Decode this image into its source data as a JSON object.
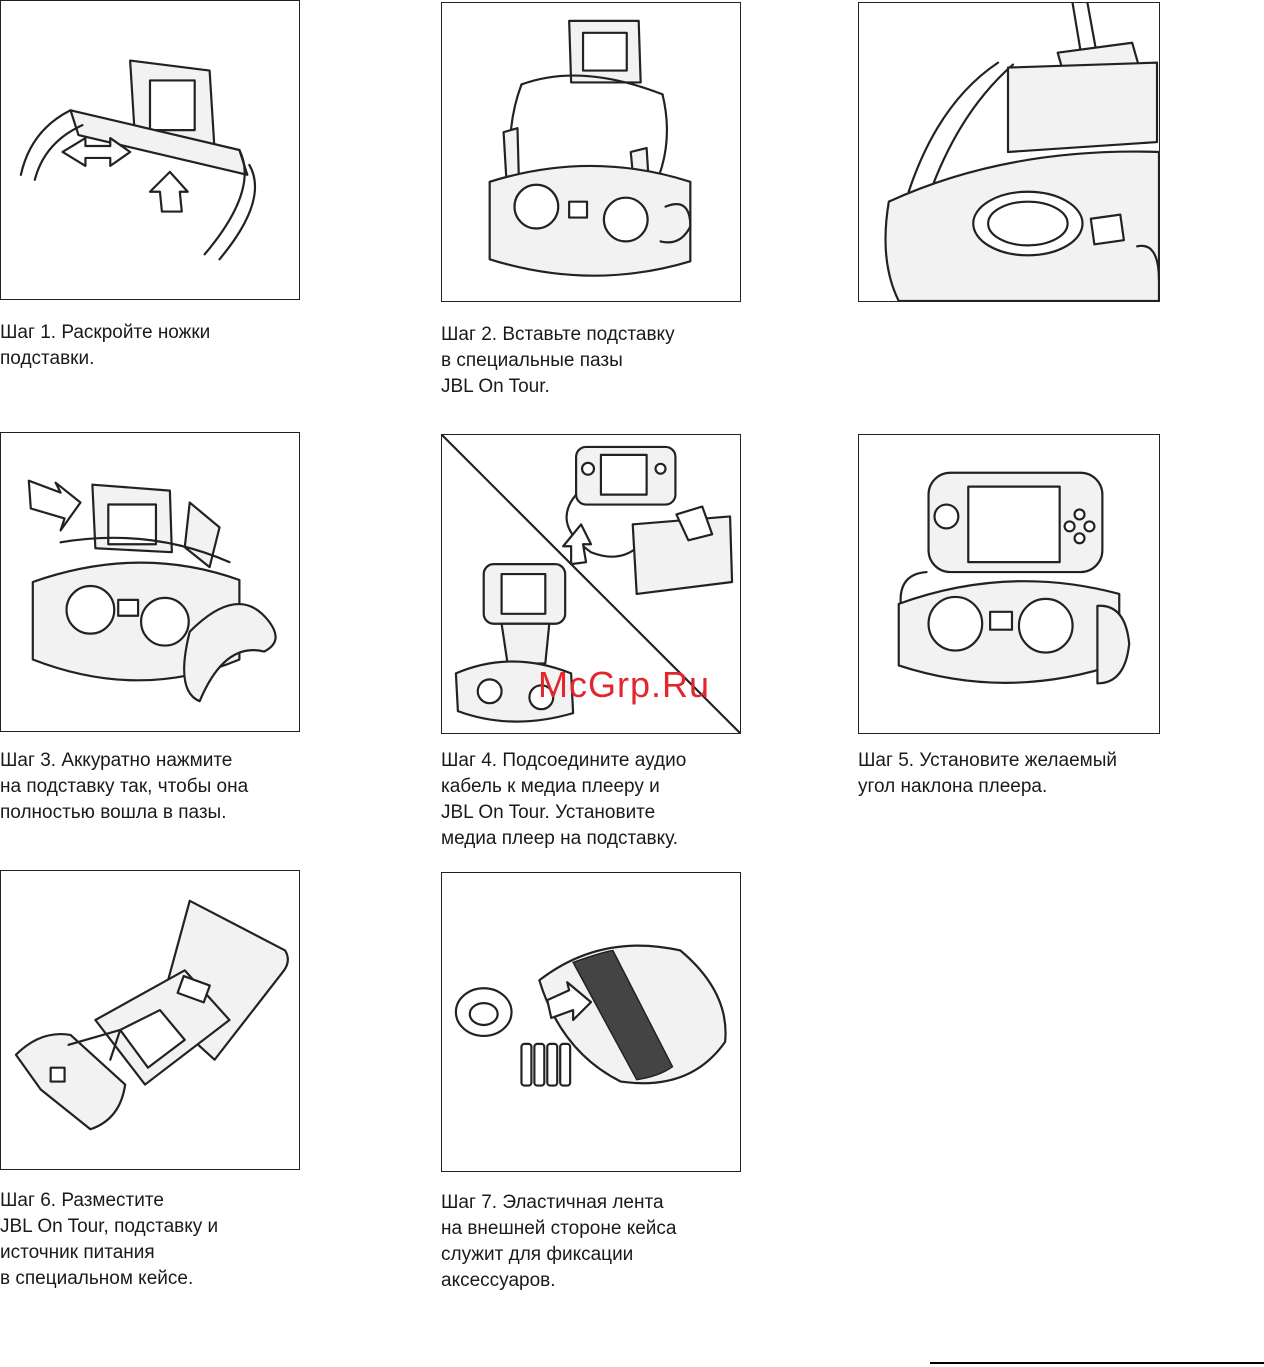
{
  "steps": [
    {
      "lines": [
        "Шаг 1. Раскройте ножки",
        "подставки."
      ],
      "illustration": "open-stand-legs"
    },
    {
      "lines": [
        "Шаг 2. Вставьте подставку",
        "в специальные пазы",
        "JBL On Tour."
      ],
      "illustration": "insert-stand-into-slots"
    },
    {
      "lines": [],
      "illustration": "stand-slot-closeup"
    },
    {
      "lines": [
        "Шаг 3. Аккуратно нажмите",
        "на подставку так, чтобы она",
        "полностью вошла в пазы."
      ],
      "illustration": "press-stand-into-slots"
    },
    {
      "lines": [
        "Шаг 4. Подсоедините аудио",
        "кабель к медиа плееру и",
        "JBL On Tour. Установите",
        "медиа плеер на подставку."
      ],
      "illustration": "connect-audio-cable"
    },
    {
      "lines": [
        "Шаг 5. Установите желаемый",
        "угол наклона плеера."
      ],
      "illustration": "adjust-player-angle"
    },
    {
      "lines": [
        "Шаг 6. Разместите",
        "JBL On Tour, подставку и",
        "источник питания",
        "в специальном кейсе."
      ],
      "illustration": "pack-in-case"
    },
    {
      "lines": [
        "Шаг 7. Эластичная лента",
        "на внешней стороне кейса",
        "служит для фиксации",
        "аксессуаров."
      ],
      "illustration": "case-elastic-band"
    }
  ],
  "watermark": "McGrp.Ru"
}
